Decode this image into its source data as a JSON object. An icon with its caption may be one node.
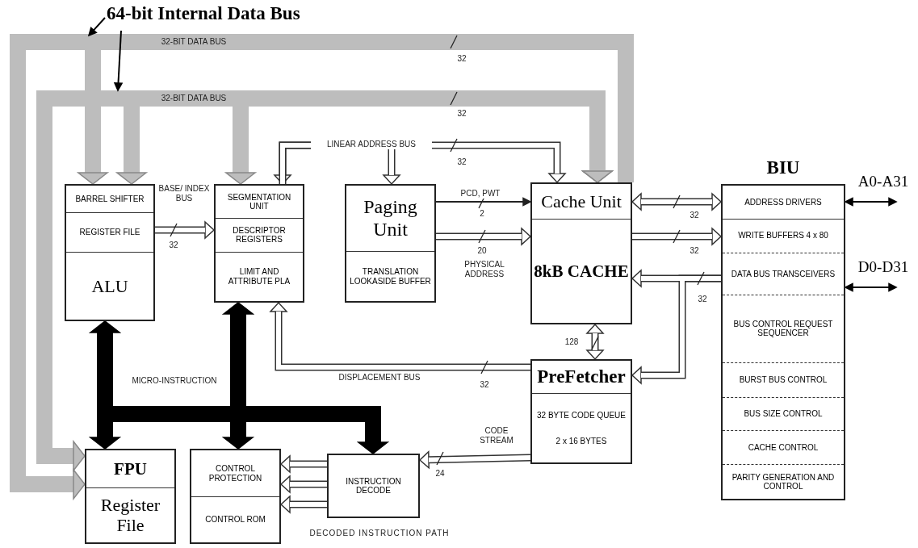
{
  "diagram": {
    "nodes": [
      {
        "text": [
          "BARREL SHIFTER",
          "REGISTER FILE",
          "ALU"
        ]
      },
      {
        "text": [
          "SEGMENTATION UNIT",
          "DESCRIPTOR REGISTERS",
          "LIMIT AND ATTRIBUTE PLA"
        ]
      },
      {
        "text": [
          "Paging Unit",
          "TRANSLATION LOOKASIDE BUFFER"
        ]
      },
      {
        "text": [
          "Cache Unit",
          "8kB CACHE"
        ]
      },
      {
        "text": [
          "BIU",
          "ADDRESS DRIVERS",
          "WRITE BUFFERS 4 x 80",
          "DATA BUS TRANSCEIVERS",
          "BUS CONTROL REQUEST SEQUENCER",
          "BURST BUS CONTROL",
          "BUS SIZE CONTROL",
          "CACHE CONTROL",
          "PARITY GENERATION AND CONTROL"
        ]
      },
      {
        "text": [
          "A0-A31"
        ]
      },
      {
        "text": [
          "D0-D31"
        ]
      },
      {
        "text": [
          "PreFetcher",
          "32 BYTE CODE QUEUE",
          "2 x 16 BYTES"
        ]
      },
      {
        "text": [
          "INSTRUCTION DECODE"
        ]
      },
      {
        "text": [
          "CONTROL PROTECTION",
          "CONTROL ROM"
        ]
      },
      {
        "text": [
          "FPU",
          "Register File"
        ]
      },
      {
        "text": [
          "64-bit Internal Data Bus"
        ]
      }
    ],
    "edges": [
      {
        "from": 3,
        "to": 0,
        "arrow": "to",
        "style": "thick",
        "color": "#bdbdbd",
        "label": "32-BIT DATA BUS"
      },
      {
        "from": 3,
        "to": 10,
        "arrow": "to",
        "style": "thick",
        "color": "#bdbdbd"
      },
      {
        "from": 3,
        "to": 0,
        "arrow": "both",
        "style": "thick",
        "color": "#bdbdbd",
        "label": "32-BIT DATA BUS"
      },
      {
        "from": 3,
        "to": 1,
        "arrow": "both",
        "style": "thick",
        "color": "#bdbdbd"
      },
      {
        "from": 3,
        "to": 10,
        "arrow": "both",
        "style": "thick",
        "color": "#bdbdbd"
      },
      {
        "from": 1,
        "to": 3,
        "arrow": "both",
        "label": "LINEAR ADDRESS BUS"
      },
      {
        "from": 1,
        "to": 2,
        "arrow": "to"
      },
      {
        "from": 0,
        "to": 1,
        "arrow": "to",
        "label": "BASE/ INDEX BUS"
      },
      {
        "from": 2,
        "to": 3,
        "arrow": "to",
        "color": "#222222",
        "label": "PCD, PWT"
      },
      {
        "from": 2,
        "to": 3,
        "arrow": "to",
        "label": "PHYSICAL ADDRESS"
      },
      {
        "from": 3,
        "to": 4,
        "arrow": "both"
      },
      {
        "from": 3,
        "to": 4,
        "arrow": "to"
      },
      {
        "from": 4,
        "to": 3,
        "arrow": "to"
      },
      {
        "from": 4,
        "to": 7,
        "arrow": "to"
      },
      {
        "from": 3,
        "to": 7,
        "arrow": "both"
      },
      {
        "from": 7,
        "to": 1,
        "arrow": "to",
        "label": "DISPLACEMENT BUS"
      },
      {
        "from": 7,
        "to": 8,
        "arrow": "to",
        "label": "CODE STREAM"
      },
      {
        "from": 8,
        "to": 9,
        "arrow": "to"
      },
      {
        "from": 8,
        "to": 9,
        "arrow": "to"
      },
      {
        "from": 8,
        "to": 9,
        "arrow": "to"
      },
      {
        "from": null,
        "to": 0,
        "arrow": "to",
        "style": "thick",
        "color": "#000000",
        "label": "MICRO-INSTRUCTION"
      },
      {
        "from": null,
        "to": 1,
        "arrow": "to",
        "style": "thick",
        "color": "#000000"
      },
      {
        "from": null,
        "to": 10,
        "arrow": "to",
        "style": "thick",
        "color": "#000000"
      },
      {
        "from": null,
        "to": 9,
        "arrow": "to",
        "style": "thick",
        "color": "#000000"
      },
      {
        "from": null,
        "to": 8,
        "arrow": "to",
        "style": "thick",
        "color": "#000000"
      },
      {
        "from": 4,
        "to": 5,
        "arrow": "both",
        "color": "#000000"
      },
      {
        "from": 4,
        "to": 6,
        "arrow": "both",
        "color": "#000000"
      },
      {
        "from": 11,
        "to": null,
        "arrow": "to",
        "color": "#000000"
      },
      {
        "from": 11,
        "to": null,
        "arrow": "to",
        "color": "#000000"
      }
    ],
    "labels": [
      "32",
      "32",
      "32",
      "32",
      "2",
      "20",
      "32",
      "32",
      "32",
      "128",
      "32",
      "24",
      "DECODED INSTRUCTION PATH"
    ]
  }
}
